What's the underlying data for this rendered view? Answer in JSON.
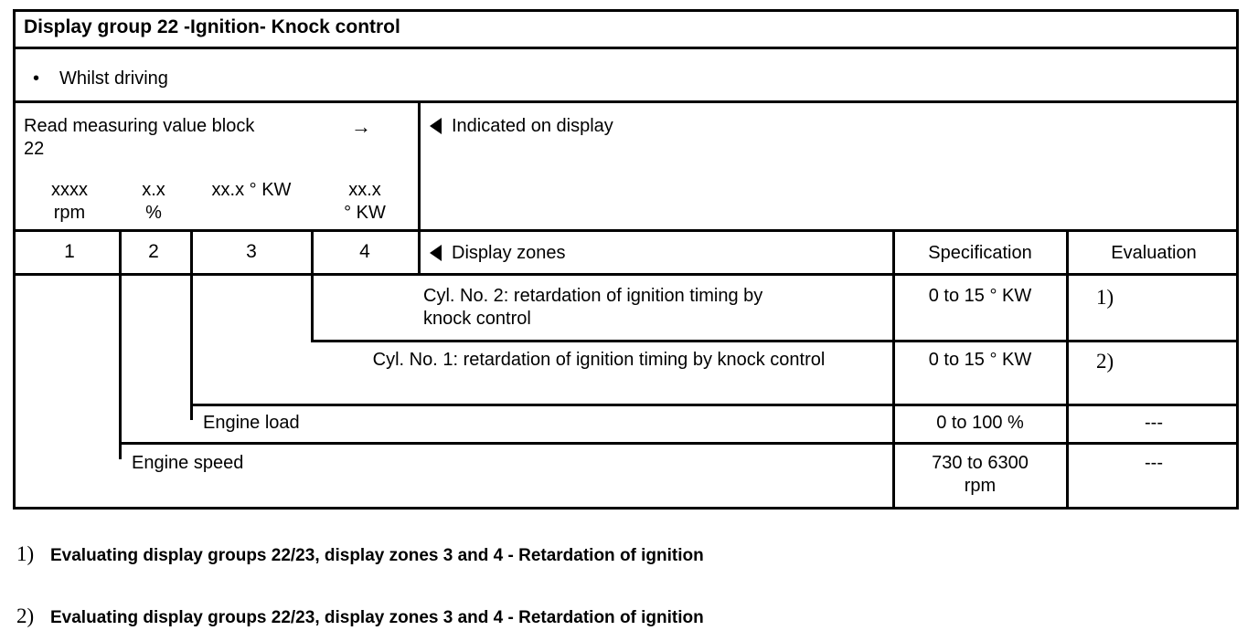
{
  "document": {
    "title": "Display group 22 -Ignition- Knock control",
    "condition_bullet": "•",
    "condition_text": "Whilst driving"
  },
  "measuring_block": {
    "instruction": "Read measuring value block\n22",
    "arrow_icon": "→",
    "display_fields": [
      {
        "value": "xxxx\nrpm"
      },
      {
        "value": "x.x\n%"
      },
      {
        "value": "xx.x ° KW"
      },
      {
        "value": "xx.x\n° KW"
      }
    ],
    "zone_numbers": [
      "1",
      "2",
      "3",
      "4"
    ]
  },
  "panel_headers": {
    "indicated_on_display": "Indicated on display",
    "display_zones": "Display zones",
    "specification": "Specification",
    "evaluation": "Evaluation"
  },
  "rows": [
    {
      "zone": "4",
      "description": "Cyl. No. 2: retardation of ignition timing by\nknock control",
      "specification": "0 to 15 ° KW",
      "evaluation": "1)"
    },
    {
      "zone": "3",
      "description": "Cyl. No. 1: retardation of ignition timing by knock control",
      "specification": "0 to 15 ° KW",
      "evaluation": "2)"
    },
    {
      "zone": "2",
      "description": "Engine load",
      "specification": "0 to 100 %",
      "evaluation": "---"
    },
    {
      "zone": "1",
      "description": "Engine speed",
      "specification": "730 to 6300\nrpm",
      "evaluation": "---"
    }
  ],
  "footnotes": [
    {
      "marker": "1)",
      "text": "Evaluating display groups 22/23, display zones 3 and 4 - Retardation of ignition"
    },
    {
      "marker": "2)",
      "text": "Evaluating display groups 22/23, display zones 3 and 4 - Retardation of ignition"
    }
  ],
  "colors": {
    "ink": "#000000",
    "paper": "#ffffff"
  }
}
